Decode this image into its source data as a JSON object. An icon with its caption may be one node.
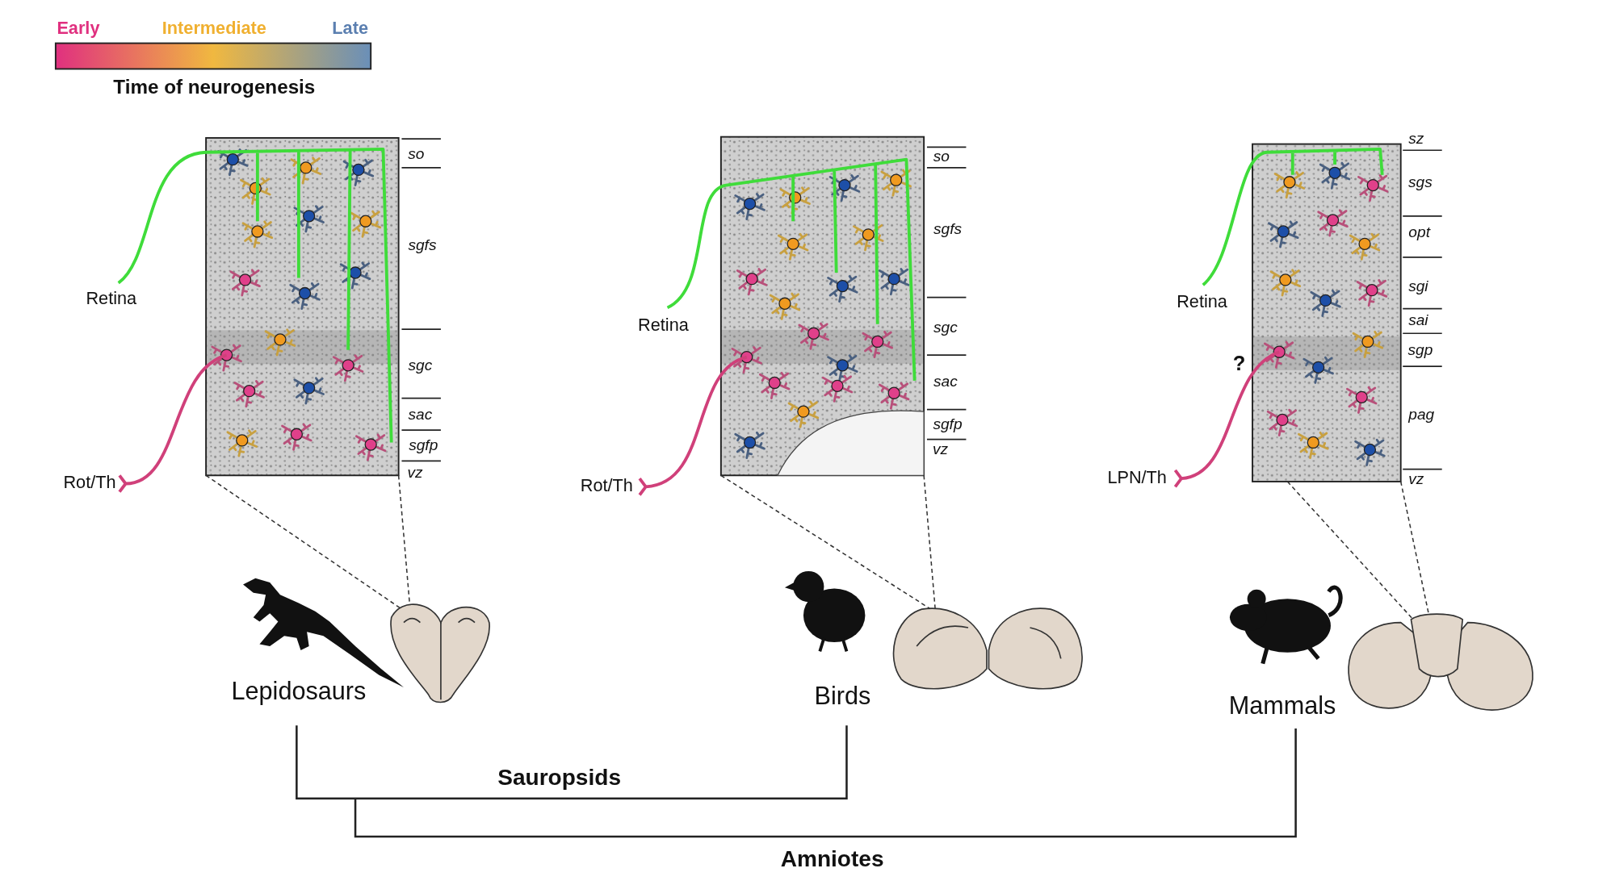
{
  "diagram": {
    "nodes": [
      {
        "text": [],
        "shape": "bar",
        "beside": [
          "Early",
          "Intermediate",
          "Late",
          "Time of neurogenesis"
        ]
      },
      {
        "text": [],
        "shape": "picture"
      },
      {
        "text": [],
        "shape": "picture"
      },
      {
        "text": [],
        "shape": "picture"
      },
      {
        "text": [],
        "shape": "picture"
      },
      {
        "text": [],
        "shape": "picture"
      },
      {
        "text": [],
        "shape": "picture"
      }
    ],
    "edges": [
      {
        "from": 1,
        "to": 4,
        "arrow": "none",
        "style": "dashed"
      },
      {
        "from": 1,
        "to": 4,
        "arrow": "none",
        "style": "dashed"
      },
      {
        "from": 2,
        "to": 5,
        "arrow": "none",
        "style": "dashed"
      },
      {
        "from": 2,
        "to": 5,
        "arrow": "none",
        "style": "dashed"
      },
      {
        "from": 3,
        "to": 6,
        "arrow": "none",
        "style": "dashed"
      },
      {
        "from": 3,
        "to": 6,
        "arrow": "none",
        "style": "dashed"
      }
    ],
    "labels": [
      "so",
      "sgfs",
      "sgc",
      "sac",
      "sgfp",
      "vz",
      "so",
      "sgfs",
      "sgc",
      "sac",
      "sgfp",
      "vz",
      "sz",
      "sgs",
      "opt",
      "sgi",
      "sai",
      "sgp",
      "pag",
      "vz",
      "Retina",
      "Rot/Th",
      "Retina",
      "Rot/Th",
      "Retina",
      "?",
      "LPN/Th",
      "Lepidosaurs",
      "Birds",
      "Mammals",
      "Sauropsids",
      "Amniotes"
    ]
  }
}
